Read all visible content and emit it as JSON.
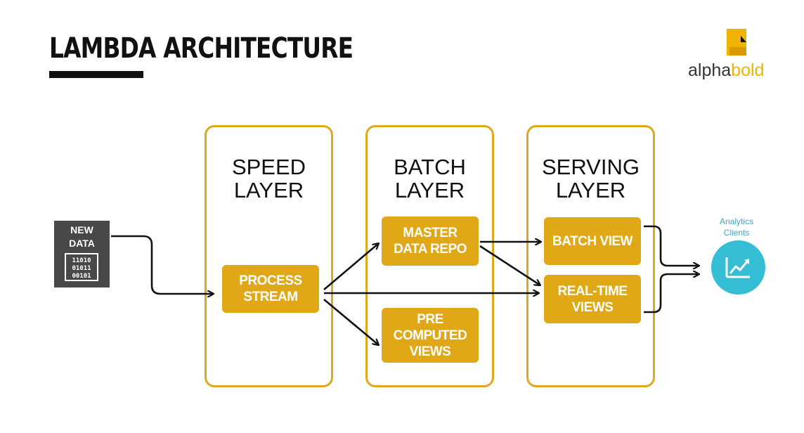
{
  "header": {
    "title": "LAMBDA ARCHITECTURE"
  },
  "logo": {
    "alpha": "alpha",
    "bold": "bold",
    "mark_color": "#f0b400"
  },
  "layers": [
    {
      "title": "SPEED\nLAYER"
    },
    {
      "title": "BATCH\nLAYER"
    },
    {
      "title": "SERVING\nLAYER"
    }
  ],
  "boxes": {
    "process_stream": "PROCESS\nSTREAM",
    "master_data_repo": "MASTER\nDATA REPO",
    "pre_computed_views": "PRE\nCOMPUTED\nVIEWS",
    "batch_view": "BATCH VIEW",
    "real_time_views": "REAL-TIME\nVIEWS"
  },
  "source": {
    "label": "NEW\nDATA",
    "icon": "binary-data-icon"
  },
  "destination": {
    "label": "Analytics\nClients",
    "icon": "trend-chart-icon"
  },
  "colors": {
    "accent": "#e0a817",
    "border": "#e0a81e",
    "analytics": "#36bdd6",
    "source_bg": "#46484a"
  }
}
